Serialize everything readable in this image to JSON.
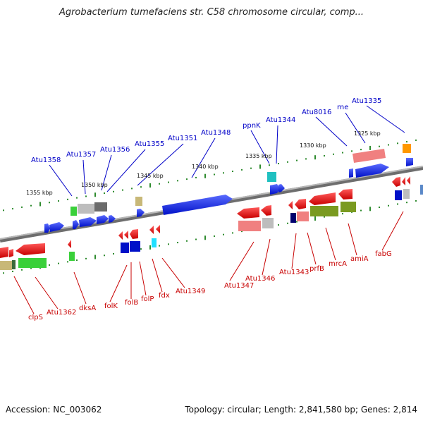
{
  "header": {
    "title": "Agrobacterium tumefaciens str. C58 chromosome circular, comp..."
  },
  "footer": {
    "accession": "Accession: NC_003062",
    "topology": "Topology: circular; Length: 2,841,580 bp; Genes: 2,814"
  },
  "map": {
    "scale_labels": [
      "1355 kbp",
      "1350 kbp",
      "1345 kbp",
      "1340 kbp",
      "1335 kbp",
      "1330 kbp",
      "1325 kbp"
    ],
    "forward_gene_labels": [
      "Atu1358",
      "Atu1357",
      "Atu1356",
      "Atu1355",
      "Atu1351",
      "Atu1348",
      "ppnK",
      "Atu1344",
      "Atu8016",
      "rne",
      "Atu1335"
    ],
    "reverse_gene_labels": [
      "clpS",
      "Atu1362",
      "dksA",
      "folK",
      "folB",
      "folP",
      "fdx",
      "Atu1349",
      "Atu1347",
      "Atu1346",
      "Atu1343",
      "prfB",
      "mrcA",
      "amiA",
      "fabG"
    ],
    "colors": {
      "forward_label": "#0000c8",
      "reverse_label": "#c80000",
      "backbone": "#8a8a8a",
      "tick": "#2e8b2e"
    }
  }
}
